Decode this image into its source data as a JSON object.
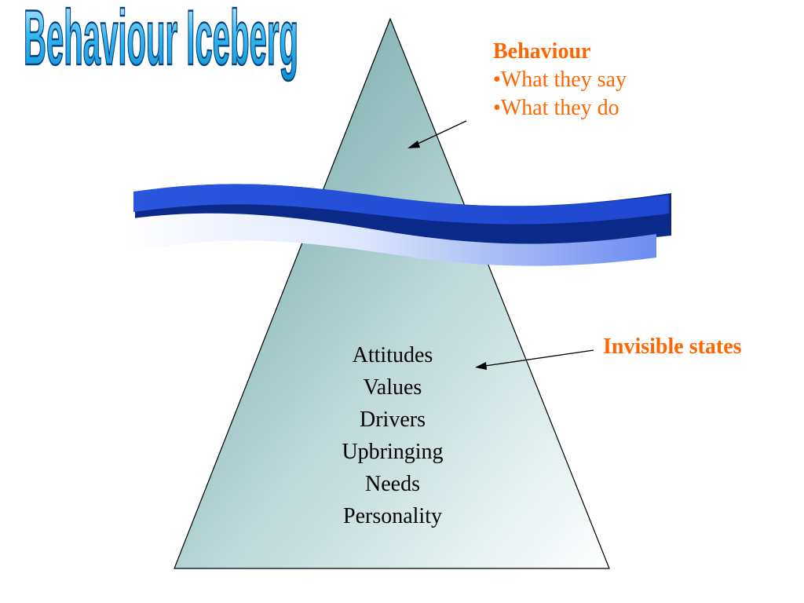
{
  "title": "Behaviour Iceberg",
  "behaviour": {
    "heading": "Behaviour",
    "items": [
      "•What they say",
      "•What they do"
    ]
  },
  "invisible_label": "Invisible states",
  "hidden_items": [
    "Attitudes",
    "Values",
    "Drivers",
    "Upbringing",
    "Needs",
    "Personality"
  ],
  "colors": {
    "accent_text": "#ff6600",
    "iceberg_top": "#6fa6a6",
    "iceberg_bottom": "#ffffff",
    "wave_dark": "#2f5fe0",
    "wave_light": "#6f8ff0",
    "title_fill": "#1fb0ee"
  }
}
